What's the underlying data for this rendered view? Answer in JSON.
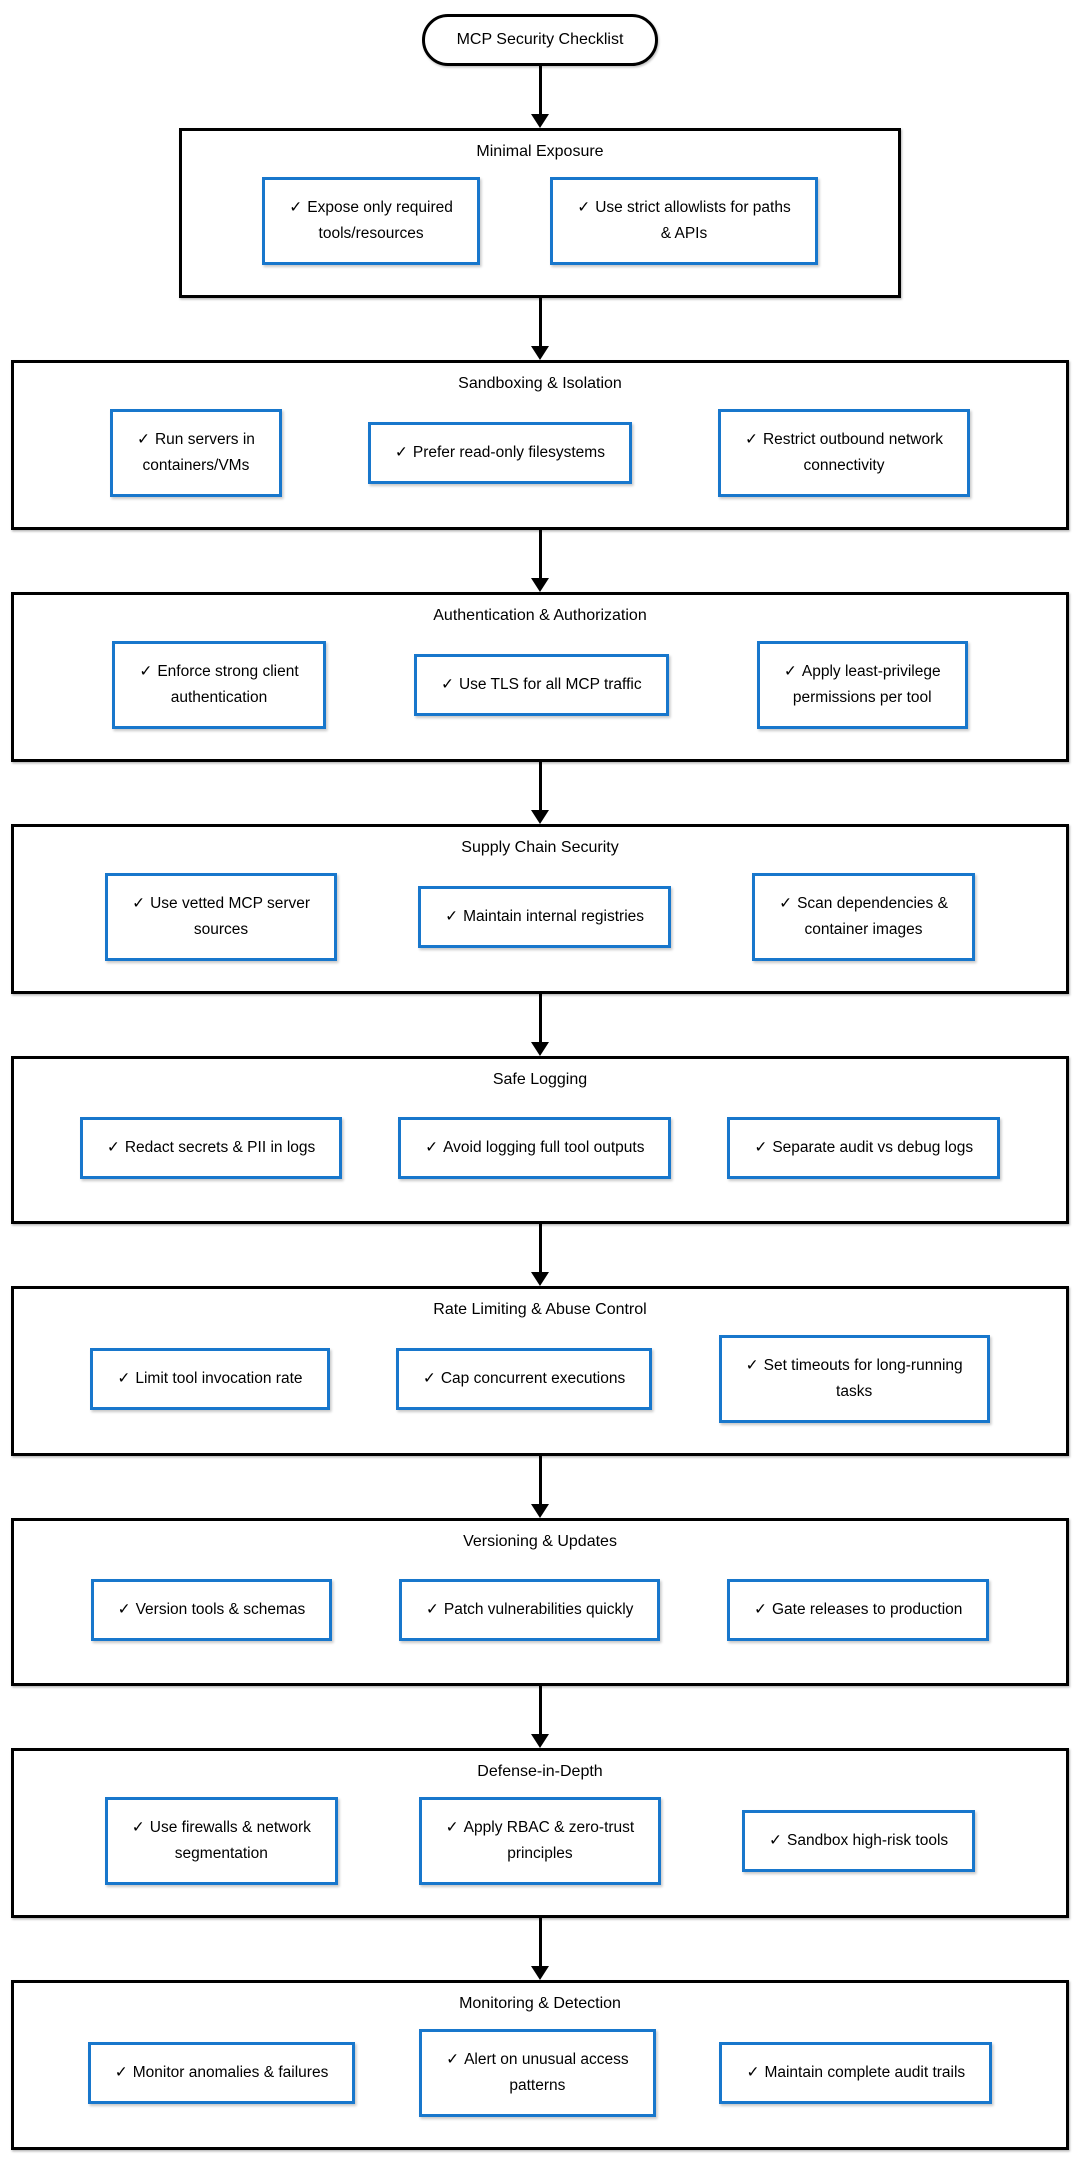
{
  "root": {
    "label": "MCP Security Checklist"
  },
  "colors": {
    "item_border": "#1877cc",
    "section_border": "#000000",
    "background": "#ffffff",
    "text": "#000000"
  },
  "check_icon": "✓",
  "sections": [
    {
      "title": "Minimal Exposure",
      "items": [
        {
          "check": "✓",
          "text": "Expose only required\ntools/resources"
        },
        {
          "check": "✓",
          "text": "Use strict allowlists for paths\n& APIs"
        }
      ]
    },
    {
      "title": "Sandboxing & Isolation",
      "items": [
        {
          "check": "✓",
          "text": "Run servers in\ncontainers/VMs"
        },
        {
          "check": "✓",
          "text": "Prefer read-only filesystems"
        },
        {
          "check": "✓",
          "text": "Restrict outbound network\nconnectivity"
        }
      ]
    },
    {
      "title": "Authentication & Authorization",
      "items": [
        {
          "check": "✓",
          "text": "Enforce strong client\nauthentication"
        },
        {
          "check": "✓",
          "text": "Use TLS for all MCP traffic"
        },
        {
          "check": "✓",
          "text": "Apply least-privilege\npermissions per tool"
        }
      ]
    },
    {
      "title": "Supply Chain Security",
      "items": [
        {
          "check": "✓",
          "text": "Use vetted MCP server\nsources"
        },
        {
          "check": "✓",
          "text": "Maintain internal registries"
        },
        {
          "check": "✓",
          "text": "Scan dependencies &\ncontainer images"
        }
      ]
    },
    {
      "title": "Safe Logging",
      "items": [
        {
          "check": "✓",
          "text": "Redact secrets & PII in logs"
        },
        {
          "check": "✓",
          "text": "Avoid logging full tool outputs"
        },
        {
          "check": "✓",
          "text": "Separate audit vs debug logs"
        }
      ]
    },
    {
      "title": "Rate Limiting & Abuse Control",
      "items": [
        {
          "check": "✓",
          "text": "Limit tool invocation rate"
        },
        {
          "check": "✓",
          "text": "Cap concurrent executions"
        },
        {
          "check": "✓",
          "text": "Set timeouts for long-running\ntasks"
        }
      ]
    },
    {
      "title": "Versioning & Updates",
      "items": [
        {
          "check": "✓",
          "text": "Version tools & schemas"
        },
        {
          "check": "✓",
          "text": "Patch vulnerabilities quickly"
        },
        {
          "check": "✓",
          "text": "Gate releases to production"
        }
      ]
    },
    {
      "title": "Defense-in-Depth",
      "items": [
        {
          "check": "✓",
          "text": "Use firewalls & network\nsegmentation"
        },
        {
          "check": "✓",
          "text": "Apply RBAC & zero-trust\nprinciples"
        },
        {
          "check": "✓",
          "text": "Sandbox high-risk tools"
        }
      ]
    },
    {
      "title": "Monitoring & Detection",
      "items": [
        {
          "check": "✓",
          "text": "Monitor anomalies & failures"
        },
        {
          "check": "✓",
          "text": "Alert on unusual access\npatterns"
        },
        {
          "check": "✓",
          "text": "Maintain complete audit trails"
        }
      ]
    }
  ]
}
